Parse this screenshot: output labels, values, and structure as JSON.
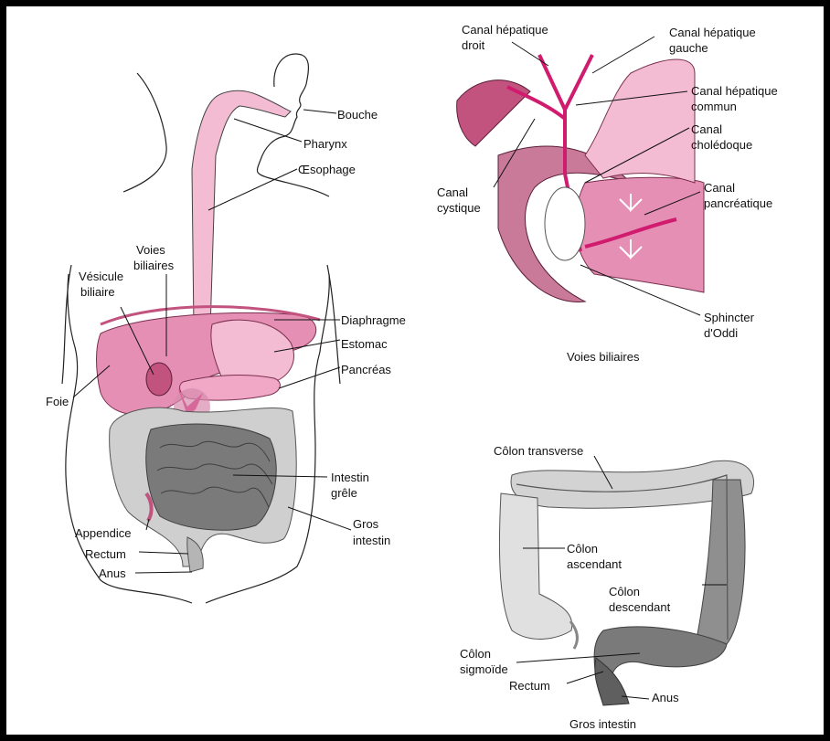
{
  "digestive_system": {
    "labels": {
      "mouth": "Bouche",
      "pharynx": "Pharynx",
      "esophagus": "Œsophage",
      "bile_ducts_1": "Voies",
      "bile_ducts_2": "biliaires",
      "gallbladder_1": "Vésicule",
      "gallbladder_2": "biliaire",
      "diaphragm": "Diaphragme",
      "stomach": "Estomac",
      "pancreas": "Pancréas",
      "liver": "Foie",
      "small_intestine_1": "Intestin",
      "small_intestine_2": "grêle",
      "appendix": "Appendice",
      "large_intestine_1": "Gros",
      "large_intestine_2": "intestin",
      "rectum": "Rectum",
      "anus": "Anus"
    }
  },
  "bile_ducts_panel": {
    "caption": "Voies biliaires",
    "labels": {
      "right_hepatic_1": "Canal hépatique",
      "right_hepatic_2": "droit",
      "left_hepatic_1": "Canal hépatique",
      "left_hepatic_2": "gauche",
      "common_hepatic_1": "Canal hépatique",
      "common_hepatic_2": "commun",
      "cystic_1": "Canal",
      "cystic_2": "cystique",
      "bile_duct_1": "Canal",
      "bile_duct_2": "cholédoque",
      "pancreatic_1": "Canal",
      "pancreatic_2": "pancréatique",
      "sphincter_1": "Sphincter",
      "sphincter_2": "d'Oddi"
    }
  },
  "colon_panel": {
    "caption": "Gros intestin",
    "labels": {
      "transverse": "Côlon transverse",
      "ascending_1": "Côlon",
      "ascending_2": "ascendant",
      "descending_1": "Côlon",
      "descending_2": "descendant",
      "sigmoid_1": "Côlon",
      "sigmoid_2": "sigmoïde",
      "rectum": "Rectum",
      "anus": "Anus"
    }
  },
  "colors": {
    "pink_light": "#f4bcd3",
    "pink_mid": "#e58fb4",
    "pink_dark": "#c2537f",
    "magenta": "#d11b6f",
    "gray_light": "#cfcfcf",
    "gray_mid": "#a3a3a3",
    "gray_dark": "#6f6f6f"
  }
}
